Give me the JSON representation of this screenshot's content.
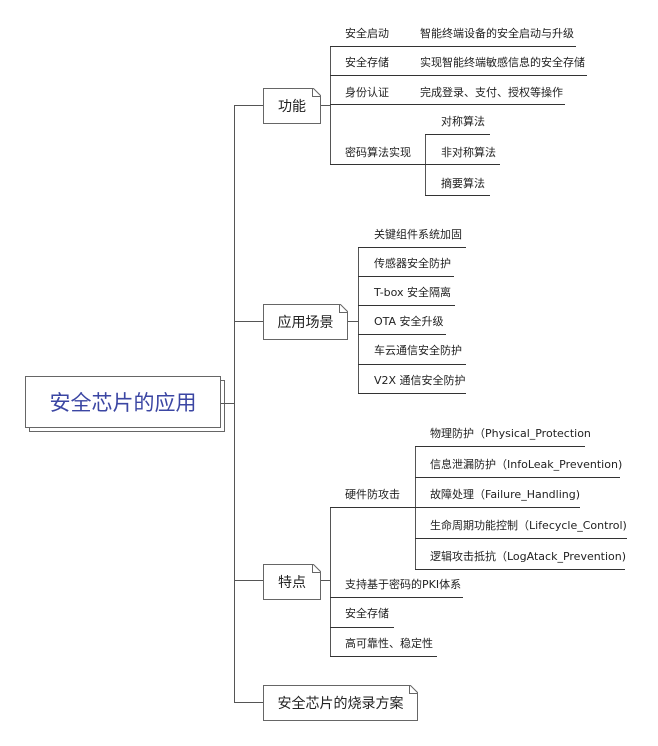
{
  "root": {
    "label": "安全芯片的应用",
    "color": "#3b46a3"
  },
  "branches": {
    "functions": {
      "label": "功能",
      "items": [
        {
          "label": "安全启动",
          "detail": "智能终端设备的安全启动与升级"
        },
        {
          "label": "安全存储",
          "detail": "实现智能终端敏感信息的安全存储"
        },
        {
          "label": "身份认证",
          "detail": "完成登录、支付、授权等操作"
        },
        {
          "label": "密码算法实现",
          "children": [
            "对称算法",
            "非对称算法",
            "摘要算法"
          ]
        }
      ]
    },
    "scenarios": {
      "label": "应用场景",
      "items": [
        "关键组件系统加固",
        "传感器安全防护",
        "T-box 安全隔离",
        "OTA 安全升级",
        "车云通信安全防护",
        "V2X 通信安全防护"
      ]
    },
    "features": {
      "label": "特点",
      "items": [
        {
          "label": "硬件防攻击",
          "children": [
            "物理防护（Physical_Protection",
            "信息泄漏防护（InfoLeak_Prevention)",
            "故障处理（Failure_Handling)",
            "生命周期功能控制（Lifecycle_Control)",
            "逻辑攻击抵抗（LogAtack_Prevention)"
          ]
        },
        {
          "label": "支持基于密码的PKI体系"
        },
        {
          "label": "安全存储"
        },
        {
          "label": "高可靠性、稳定性"
        }
      ]
    },
    "burning": {
      "label": "安全芯片的烧录方案"
    }
  }
}
